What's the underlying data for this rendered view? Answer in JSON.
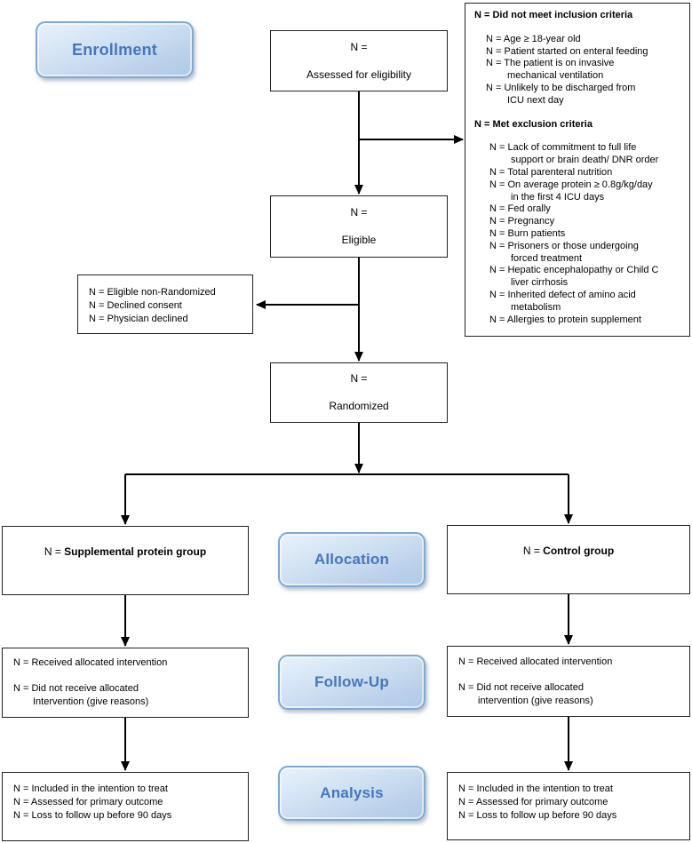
{
  "badges": {
    "enrollment": "Enrollment",
    "allocation": "Allocation",
    "followup": "Follow-Up",
    "analysis": "Analysis"
  },
  "colors": {
    "badge_text": "#4576bd",
    "badge_border": "#7fa8d2",
    "badge_fill_top": "#e9f2fb",
    "badge_fill_bottom": "#aecbe7",
    "connector": "#000000"
  },
  "boxes": {
    "assessed": {
      "count": "N =",
      "label": "Assessed for eligibility"
    },
    "eligible": {
      "count": "N =",
      "label": "Eligible"
    },
    "randomized": {
      "count": "N =",
      "label": "Randomized"
    },
    "non_randomized": {
      "lines": [
        {
          "t": "N = Eligible non-Randomized"
        },
        {
          "t": "N = Declined consent"
        },
        {
          "t": "N = Physician declined"
        }
      ]
    },
    "criteria": {
      "lines": [
        {
          "t": "N = Did not meet inclusion criteria",
          "c": "hd"
        },
        {
          "c": "gap"
        },
        {
          "t": "N = Age ≥ 18-year old",
          "c": "it"
        },
        {
          "t": "N = Patient started on enteral feeding",
          "c": "it"
        },
        {
          "t": "N = The patient is on invasive",
          "c": "it"
        },
        {
          "t": "mechanical ventilation",
          "c": "cont1"
        },
        {
          "t": "N = Unlikely to be discharged from",
          "c": "it"
        },
        {
          "t": "ICU next day",
          "c": "cont1"
        },
        {
          "c": "gap"
        },
        {
          "t": "N = Met exclusion criteria",
          "c": "hd"
        },
        {
          "c": "gap"
        },
        {
          "t": "N = Lack of commitment to full life",
          "c": "it2"
        },
        {
          "t": "support or brain death/ DNR order",
          "c": "cont2"
        },
        {
          "t": "N = Total parenteral nutrition",
          "c": "it2"
        },
        {
          "t": "N = On average protein ≥ 0.8g/kg/day",
          "c": "it2"
        },
        {
          "t": "in the first 4 ICU days",
          "c": "cont2"
        },
        {
          "t": "N = Fed orally",
          "c": "it2"
        },
        {
          "t": "N = Pregnancy",
          "c": "it2"
        },
        {
          "t": "N = Burn patients",
          "c": "it2"
        },
        {
          "t": "N = Prisoners or those undergoing",
          "c": "it2"
        },
        {
          "t": "forced treatment",
          "c": "cont2"
        },
        {
          "t": "N = Hepatic encephalopathy or Child C",
          "c": "it2"
        },
        {
          "t": "liver cirrhosis",
          "c": "cont2"
        },
        {
          "t": "N = Inherited defect of amino acid",
          "c": "it2"
        },
        {
          "t": "metabolism",
          "c": "cont2"
        },
        {
          "t": "N = Allergies to protein supplement",
          "c": "it2"
        }
      ]
    },
    "alloc_left": {
      "prefix": "N = ",
      "group": "Supplemental protein group"
    },
    "alloc_right": {
      "prefix": "N = ",
      "group": "Control group"
    },
    "followup_left": {
      "lines": [
        {
          "t": "N = Received allocated intervention"
        },
        {
          "c": "gap"
        },
        {
          "t": "N = Did not receive allocated"
        },
        {
          "t": "Intervention (give reasons)",
          "c": "cont"
        }
      ]
    },
    "followup_right": {
      "lines": [
        {
          "t": "N = Received allocated intervention"
        },
        {
          "c": "gap"
        },
        {
          "t": "N = Did not receive allocated"
        },
        {
          "t": "intervention (give reasons)",
          "c": "cont"
        }
      ]
    },
    "analysis_left": {
      "lines": [
        {
          "t": "N = Included in the intention to treat"
        },
        {
          "t": "N = Assessed for primary outcome"
        },
        {
          "t": "N = Loss to follow up before 90 days"
        }
      ]
    },
    "analysis_right": {
      "lines": [
        {
          "t": "N = Included in the intention to treat"
        },
        {
          "t": "N = Assessed for primary outcome"
        },
        {
          "t": "N = Loss to follow up before 90 days"
        }
      ]
    }
  }
}
